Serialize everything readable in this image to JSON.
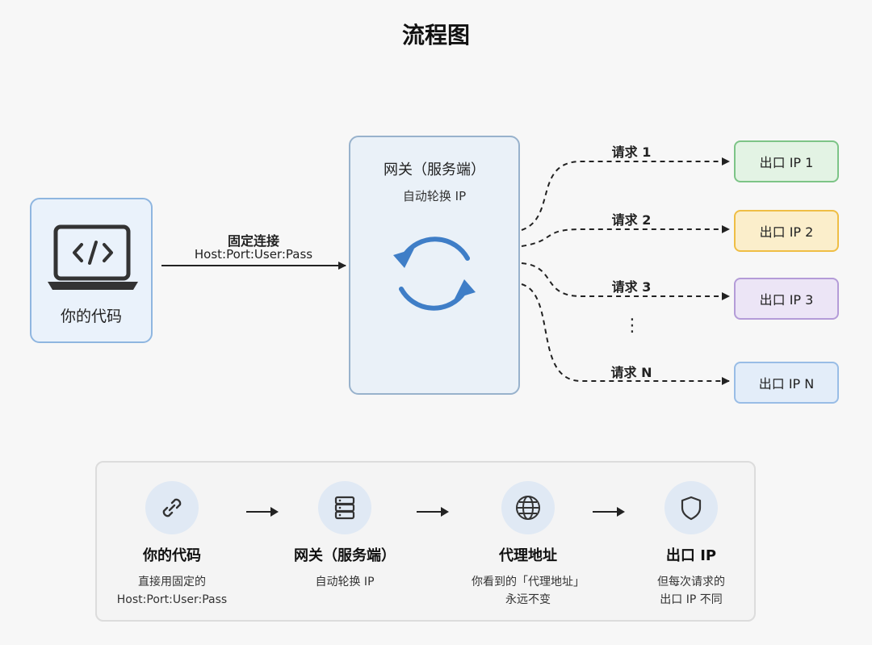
{
  "title": "流程图",
  "client": {
    "label": "你的代码"
  },
  "connection": {
    "title": "固定连接",
    "sub": "Host:Port:User:Pass"
  },
  "gateway": {
    "title": "网关（服务端）",
    "sub": "自动轮换 IP"
  },
  "requests": [
    "请求 1",
    "请求 2",
    "请求 3",
    "请求 N"
  ],
  "exits": [
    {
      "label": "出口 IP 1",
      "bg": "#e3f3e4",
      "border": "#7dc487"
    },
    {
      "label": "出口 IP 2",
      "bg": "#fbeecb",
      "border": "#efbe45"
    },
    {
      "label": "出口 IP 3",
      "bg": "#ece5f6",
      "border": "#b49cd8"
    },
    {
      "label": "出口 IP N",
      "bg": "#e3edf9",
      "border": "#99bde6"
    }
  ],
  "ellipsis": "⋮",
  "steps": [
    {
      "icon": "link-icon",
      "title": "你的代码",
      "desc1": "直接用固定的",
      "desc2": "Host:Port:User:Pass"
    },
    {
      "icon": "server-icon",
      "title": "网关（服务端）",
      "desc1": "自动轮换 IP",
      "desc2": ""
    },
    {
      "icon": "globe-icon",
      "title": "代理地址",
      "desc1": "你看到的「代理地址」",
      "desc2": "永远不变"
    },
    {
      "icon": "shield-icon",
      "title": "出口 IP",
      "desc1": "但每次请求的",
      "desc2": "出口 IP 不同"
    }
  ],
  "colors": {
    "accent": "#3f7ec7",
    "line": "#222222"
  }
}
